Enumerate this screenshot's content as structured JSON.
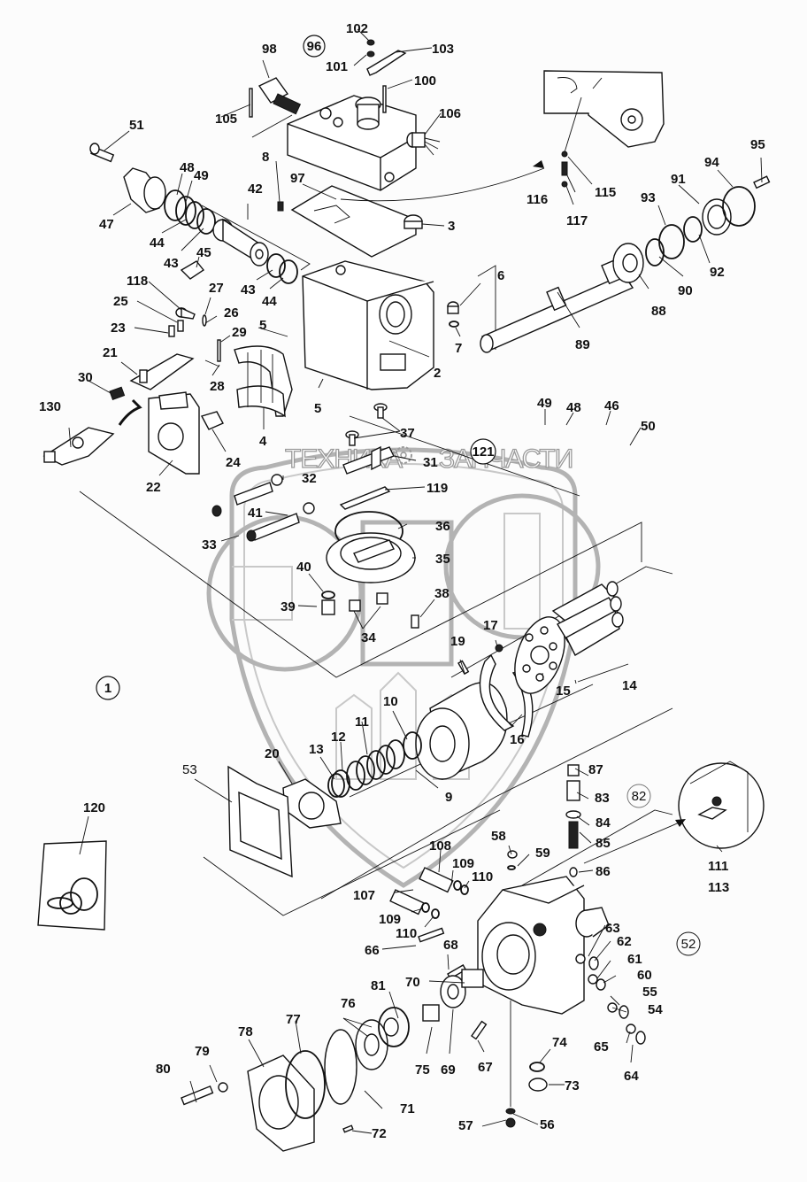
{
  "diagram": {
    "type": "exploded-parts-view",
    "subject": "hydraulic axial piston pump",
    "watermark": {
      "text_left": "ТЕХНИКА",
      "text_right": "ЗАПЧАСТИ",
      "logo_letters": "ЭПФ"
    },
    "circled_assemblies": [
      {
        "id": "asm-96",
        "label": "96"
      },
      {
        "id": "asm-121",
        "label": "121"
      },
      {
        "id": "asm-1",
        "label": "1"
      },
      {
        "id": "asm-82",
        "label": "82"
      },
      {
        "id": "asm-52",
        "label": "52"
      }
    ],
    "labels": [
      {
        "id": "p102",
        "text": "102"
      },
      {
        "id": "p103",
        "text": "103"
      },
      {
        "id": "p98",
        "text": "98"
      },
      {
        "id": "p101",
        "text": "101"
      },
      {
        "id": "p100",
        "text": "100"
      },
      {
        "id": "p105",
        "text": "105"
      },
      {
        "id": "p106",
        "text": "106"
      },
      {
        "id": "p51",
        "text": "51"
      },
      {
        "id": "p8",
        "text": "8"
      },
      {
        "id": "p48a",
        "text": "48"
      },
      {
        "id": "p49a",
        "text": "49"
      },
      {
        "id": "p97",
        "text": "97"
      },
      {
        "id": "p42",
        "text": "42"
      },
      {
        "id": "p47",
        "text": "47"
      },
      {
        "id": "p44a",
        "text": "44"
      },
      {
        "id": "p3",
        "text": "3"
      },
      {
        "id": "p43a",
        "text": "43"
      },
      {
        "id": "p45",
        "text": "45"
      },
      {
        "id": "p43b",
        "text": "43"
      },
      {
        "id": "p44b",
        "text": "44"
      },
      {
        "id": "p116",
        "text": "116"
      },
      {
        "id": "p115",
        "text": "115"
      },
      {
        "id": "p117",
        "text": "117"
      },
      {
        "id": "p95",
        "text": "95"
      },
      {
        "id": "p94",
        "text": "94"
      },
      {
        "id": "p91",
        "text": "91"
      },
      {
        "id": "p93",
        "text": "93"
      },
      {
        "id": "p92",
        "text": "92"
      },
      {
        "id": "p90",
        "text": "90"
      },
      {
        "id": "p88",
        "text": "88"
      },
      {
        "id": "p89",
        "text": "89"
      },
      {
        "id": "p6",
        "text": "6"
      },
      {
        "id": "p7",
        "text": "7"
      },
      {
        "id": "p118",
        "text": "118"
      },
      {
        "id": "p27",
        "text": "27"
      },
      {
        "id": "p25",
        "text": "25"
      },
      {
        "id": "p26",
        "text": "26"
      },
      {
        "id": "p23",
        "text": "23"
      },
      {
        "id": "p29",
        "text": "29"
      },
      {
        "id": "p5a",
        "text": "5"
      },
      {
        "id": "p21",
        "text": "21"
      },
      {
        "id": "p30",
        "text": "30"
      },
      {
        "id": "p28",
        "text": "28"
      },
      {
        "id": "p5b",
        "text": "5"
      },
      {
        "id": "p2",
        "text": "2"
      },
      {
        "id": "p130",
        "text": "130"
      },
      {
        "id": "p4",
        "text": "4"
      },
      {
        "id": "p24",
        "text": "24"
      },
      {
        "id": "p22",
        "text": "22"
      },
      {
        "id": "p37",
        "text": "37"
      },
      {
        "id": "p49b",
        "text": "49"
      },
      {
        "id": "p48b",
        "text": "48"
      },
      {
        "id": "p46",
        "text": "46"
      },
      {
        "id": "p50",
        "text": "50"
      },
      {
        "id": "p31",
        "text": "31"
      },
      {
        "id": "p32",
        "text": "32"
      },
      {
        "id": "p119",
        "text": "119"
      },
      {
        "id": "p41",
        "text": "41"
      },
      {
        "id": "p36",
        "text": "36"
      },
      {
        "id": "p33",
        "text": "33"
      },
      {
        "id": "p35",
        "text": "35"
      },
      {
        "id": "p40",
        "text": "40"
      },
      {
        "id": "p38",
        "text": "38"
      },
      {
        "id": "p39",
        "text": "39"
      },
      {
        "id": "p34",
        "text": "34"
      },
      {
        "id": "p17",
        "text": "17"
      },
      {
        "id": "p19",
        "text": "19"
      },
      {
        "id": "p14",
        "text": "14"
      },
      {
        "id": "p10",
        "text": "10"
      },
      {
        "id": "p15",
        "text": "15"
      },
      {
        "id": "p11",
        "text": "11"
      },
      {
        "id": "p12",
        "text": "12"
      },
      {
        "id": "p16",
        "text": "16"
      },
      {
        "id": "p13",
        "text": "13"
      },
      {
        "id": "p53",
        "text": "53"
      },
      {
        "id": "p20",
        "text": "20"
      },
      {
        "id": "p9",
        "text": "9"
      },
      {
        "id": "p87",
        "text": "87"
      },
      {
        "id": "p83",
        "text": "83"
      },
      {
        "id": "p84",
        "text": "84"
      },
      {
        "id": "p85",
        "text": "85"
      },
      {
        "id": "p86",
        "text": "86"
      },
      {
        "id": "p120",
        "text": "120"
      },
      {
        "id": "p108",
        "text": "108"
      },
      {
        "id": "p58",
        "text": "58"
      },
      {
        "id": "p109a",
        "text": "109"
      },
      {
        "id": "p59",
        "text": "59"
      },
      {
        "id": "p110a",
        "text": "110"
      },
      {
        "id": "p107",
        "text": "107"
      },
      {
        "id": "p109b",
        "text": "109"
      },
      {
        "id": "p110b",
        "text": "110"
      },
      {
        "id": "p111",
        "text": "111"
      },
      {
        "id": "p113",
        "text": "113"
      },
      {
        "id": "p66",
        "text": "66"
      },
      {
        "id": "p68",
        "text": "68"
      },
      {
        "id": "p63",
        "text": "63"
      },
      {
        "id": "p62",
        "text": "62"
      },
      {
        "id": "p61",
        "text": "61"
      },
      {
        "id": "p70",
        "text": "70"
      },
      {
        "id": "p60",
        "text": "60"
      },
      {
        "id": "p81",
        "text": "81"
      },
      {
        "id": "p76",
        "text": "76"
      },
      {
        "id": "p55",
        "text": "55"
      },
      {
        "id": "p54",
        "text": "54"
      },
      {
        "id": "p77",
        "text": "77"
      },
      {
        "id": "p78",
        "text": "78"
      },
      {
        "id": "p65",
        "text": "65"
      },
      {
        "id": "p64",
        "text": "64"
      },
      {
        "id": "p75",
        "text": "75"
      },
      {
        "id": "p69",
        "text": "69"
      },
      {
        "id": "p67",
        "text": "67"
      },
      {
        "id": "p74",
        "text": "74"
      },
      {
        "id": "p79",
        "text": "79"
      },
      {
        "id": "p80",
        "text": "80"
      },
      {
        "id": "p73",
        "text": "73"
      },
      {
        "id": "p71",
        "text": "71"
      },
      {
        "id": "p57",
        "text": "57"
      },
      {
        "id": "p56",
        "text": "56"
      },
      {
        "id": "p72",
        "text": "72"
      }
    ]
  }
}
